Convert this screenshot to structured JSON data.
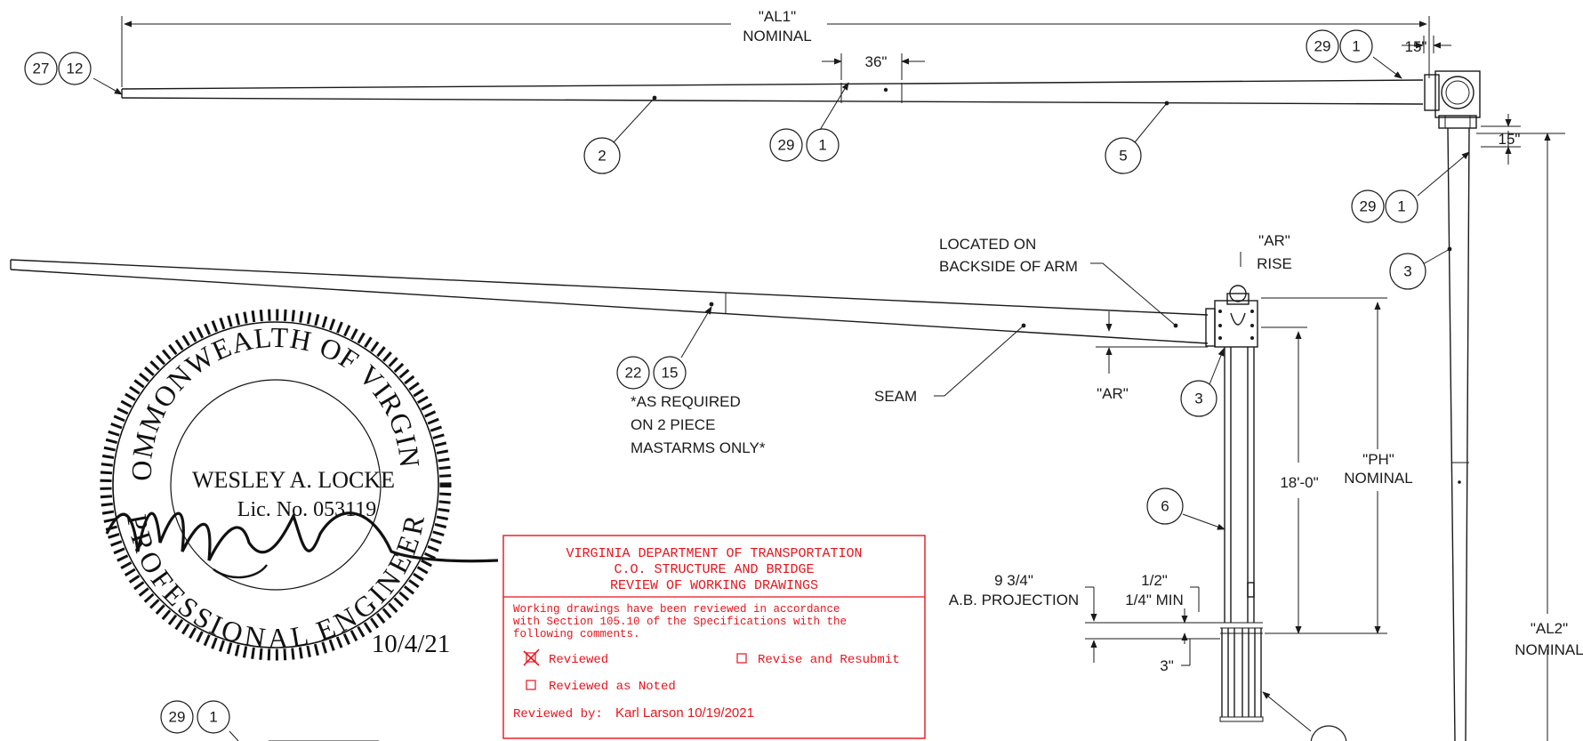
{
  "dims": {
    "al1": "\"AL1\"",
    "al1_sub": "NOMINAL",
    "d36": "36\"",
    "d15a": "15\"",
    "d15b": "15\"",
    "ar_rise_1": "\"AR\"",
    "ar_rise_2": "RISE",
    "ar": "\"AR\"",
    "ph_1": "\"PH\"",
    "ph_2": "NOMINAL",
    "d18": "18'-0\"",
    "al2_1": "\"AL2\"",
    "al2_2": "NOMINAL",
    "ab_1": "9 3/4\"",
    "ab_2": "A.B. PROJECTION",
    "half_1": "1/2\"",
    "half_2": "1/4\" MIN",
    "d3": "3\""
  },
  "notes": {
    "located_1": "LOCATED ON",
    "located_2": "BACKSIDE OF ARM",
    "seam": "SEAM",
    "req_1": "*AS REQUIRED",
    "req_2": "ON 2 PIECE",
    "req_3": "MASTARMS ONLY*"
  },
  "balloons": {
    "b27": "27",
    "b12": "12",
    "b29a": "29",
    "b1a": "1",
    "b2": "2",
    "b29b": "29",
    "b1b": "1",
    "b5": "5",
    "b29c": "29",
    "b1c": "1",
    "b3a": "3",
    "b22": "22",
    "b15": "15",
    "b3b": "3",
    "b6": "6",
    "b29d": "29",
    "b1d": "1"
  },
  "seal": {
    "arc_top": "COMMONWEALTH OF VIRGINIA",
    "arc_bottom": "PROFESSIONAL ENGINEER",
    "name": "WESLEY A. LOCKE",
    "license": "Lic. No. 053119",
    "date": "10/4/21"
  },
  "review": {
    "title_1": "VIRGINIA DEPARTMENT OF TRANSPORTATION",
    "title_2": "C.O. STRUCTURE AND BRIDGE",
    "title_3": "REVIEW OF WORKING DRAWINGS",
    "body_1": "Working drawings have been reviewed in accordance",
    "body_2": "with Section 105.10 of the Specifications with the",
    "body_3": "following comments.",
    "opt_reviewed": "Reviewed",
    "opt_revise": "Revise and Resubmit",
    "opt_noted": "Reviewed as Noted",
    "reviewed_by_label": "Reviewed by:",
    "reviewed_by_value": "Karl Larson  10/19/2021"
  }
}
